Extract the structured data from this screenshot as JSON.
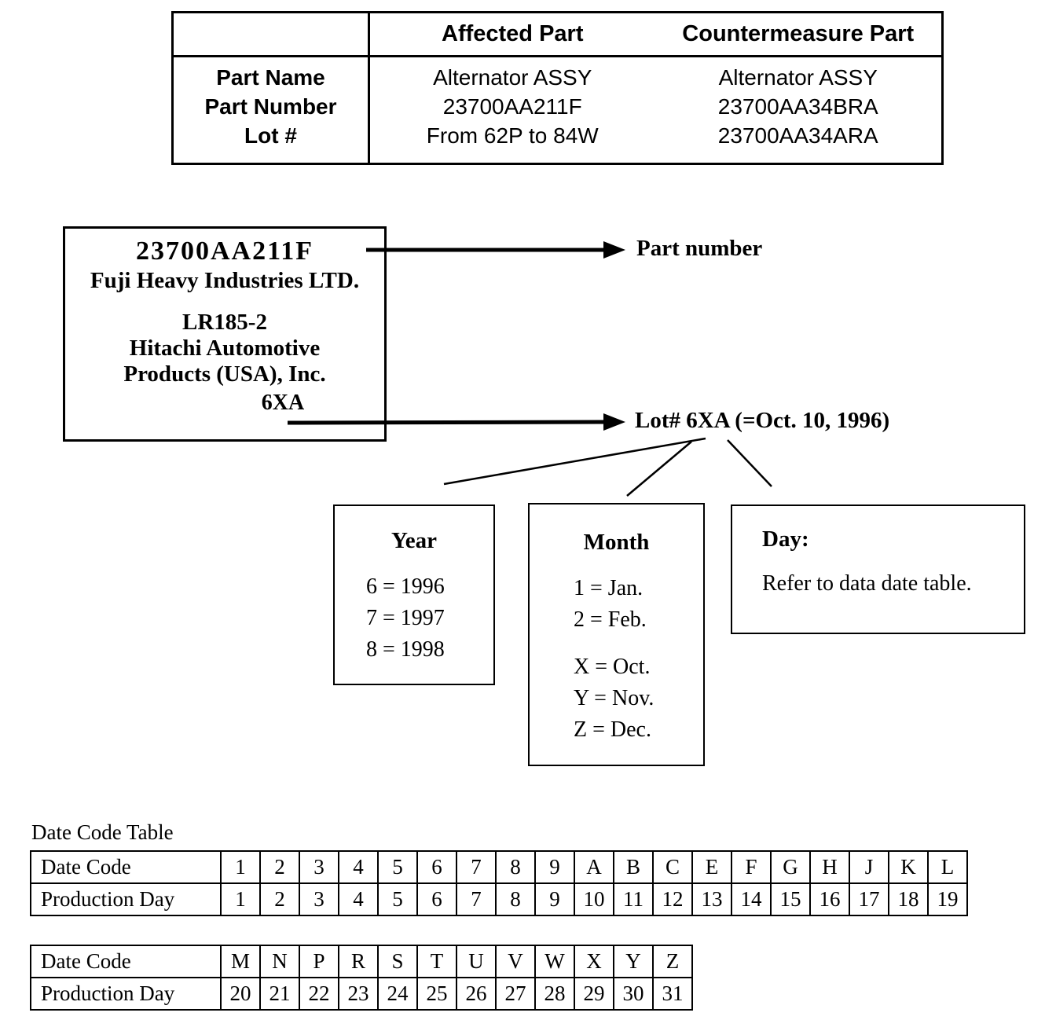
{
  "comparison_table": {
    "header": {
      "affected": "Affected Part",
      "countermeasure": "Countermeasure Part"
    },
    "rows": [
      {
        "label": "Part Name",
        "affected": "Alternator ASSY",
        "countermeasure": "Alternator ASSY"
      },
      {
        "label": "Part Number",
        "affected": "23700AA211F",
        "countermeasure": "23700AA34BRA"
      },
      {
        "label": "Lot #",
        "affected": "From 62P to 84W",
        "countermeasure": "23700AA34ARA"
      }
    ]
  },
  "part_label": {
    "part_number": "23700AA211F",
    "manufacturer": "Fuji Heavy Industries LTD.",
    "model": "LR185-2",
    "supplier_line1": "Hitachi Automotive",
    "supplier_line2": "Products (USA), Inc.",
    "lot_code": "6XA"
  },
  "callouts": {
    "part_number": "Part number",
    "lot": "Lot# 6XA (=Oct. 10, 1996)"
  },
  "year_box": {
    "title": "Year",
    "entries": [
      "6 = 1996",
      "7 = 1997",
      "8 = 1998"
    ]
  },
  "month_box": {
    "title": "Month",
    "entries_first": [
      "1 = Jan.",
      "2 = Feb."
    ],
    "entries_second": [
      "X = Oct.",
      "Y = Nov.",
      "Z = Dec."
    ]
  },
  "day_box": {
    "title": "Day:",
    "note": "Refer to data date table."
  },
  "date_code_section": {
    "title": "Date Code Table",
    "code_row_label": "Date Code",
    "day_row_label": "Production Day",
    "table1": {
      "codes": [
        "1",
        "2",
        "3",
        "4",
        "5",
        "6",
        "7",
        "8",
        "9",
        "A",
        "B",
        "C",
        "E",
        "F",
        "G",
        "H",
        "J",
        "K",
        "L"
      ],
      "days": [
        "1",
        "2",
        "3",
        "4",
        "5",
        "6",
        "7",
        "8",
        "9",
        "10",
        "11",
        "12",
        "13",
        "14",
        "15",
        "16",
        "17",
        "18",
        "19"
      ]
    },
    "table2": {
      "codes": [
        "M",
        "N",
        "P",
        "R",
        "S",
        "T",
        "U",
        "V",
        "W",
        "X",
        "Y",
        "Z"
      ],
      "days": [
        "20",
        "21",
        "22",
        "23",
        "24",
        "25",
        "26",
        "27",
        "28",
        "29",
        "30",
        "31"
      ]
    }
  }
}
